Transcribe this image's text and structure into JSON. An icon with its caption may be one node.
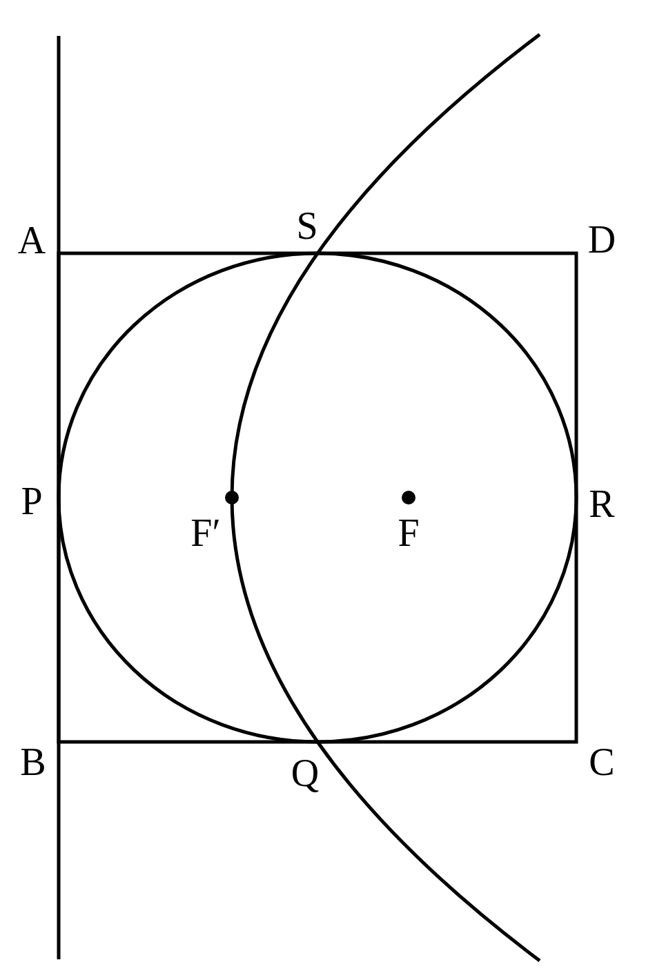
{
  "diagram": {
    "labels": [
      "A",
      "S",
      "D",
      "P",
      "R",
      "F′",
      "F",
      "B",
      "Q",
      "C"
    ]
  }
}
